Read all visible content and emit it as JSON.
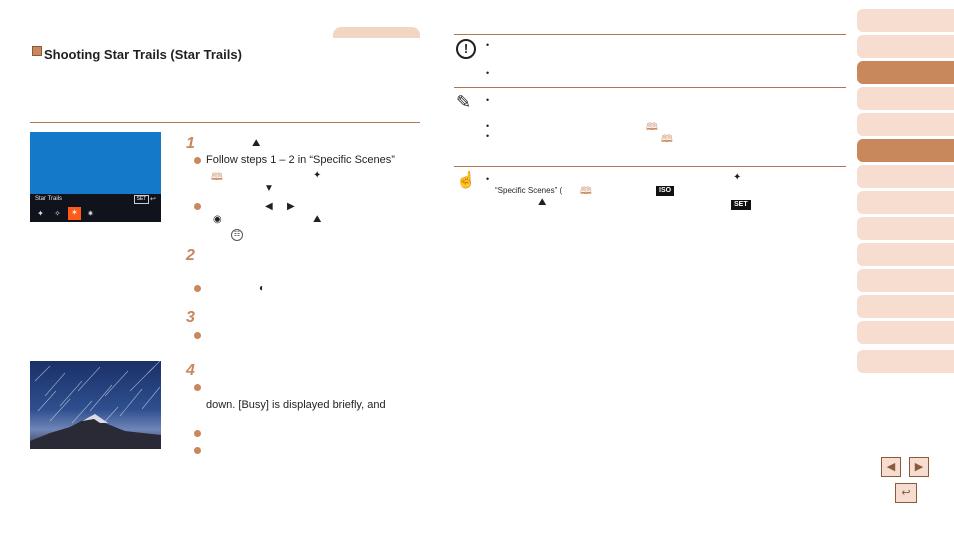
{
  "page": {
    "section_title": "Shooting Star Trails (Star Trails)"
  },
  "camera_screen": {
    "mode_label": "Star Trails",
    "set_label": "SET",
    "return_glyph": "↩",
    "mode_icons": [
      "star-portrait-icon",
      "star-nightscape-icon",
      "star-trails-icon",
      "star-timelapse-icon"
    ],
    "selected_index": 2
  },
  "steps": [
    {
      "number": "1",
      "icon": "star-trails-icon",
      "bullets": [
        {
          "text": "Follow steps 1 – 2 in “Specific Scenes”",
          "icons": [
            "book-icon",
            "star-portrait-icon",
            "down-arrow-icon"
          ]
        },
        {
          "text": "",
          "icons": [
            "left-arrow-icon",
            "right-arrow-icon",
            "dial-icon",
            "star-trails-icon",
            "func-set-icon"
          ]
        }
      ]
    },
    {
      "number": "2",
      "bullets": [
        {
          "text": "",
          "icons": [
            "focus-icon"
          ]
        }
      ]
    },
    {
      "number": "3",
      "bullets": [
        {
          "text": ""
        }
      ]
    },
    {
      "number": "4",
      "bullets": [
        {
          "text": ""
        },
        {
          "text": "down. [Busy] is displayed briefly, and"
        },
        {
          "text": ""
        },
        {
          "text": ""
        }
      ]
    }
  ],
  "right_column": {
    "caution_icon": "exclamation-circle-icon",
    "pencil_icon": "pencil-icon",
    "tip_icon": "hand-pointer-icon",
    "specific_scenes_text": "“Specific Scenes” (",
    "iso_label": "ISO",
    "set_label": "SET"
  },
  "navigation": {
    "side_tab_count": 14,
    "dark_tabs": [
      2,
      5
    ],
    "prev_glyph": "◀",
    "next_glyph": "▶",
    "back_glyph": "↩"
  },
  "colors": {
    "accent": "#c9875c",
    "tab_light": "#f6ddd0",
    "screen_blue": "#1479c9",
    "highlight_orange": "#ff5a1a"
  }
}
